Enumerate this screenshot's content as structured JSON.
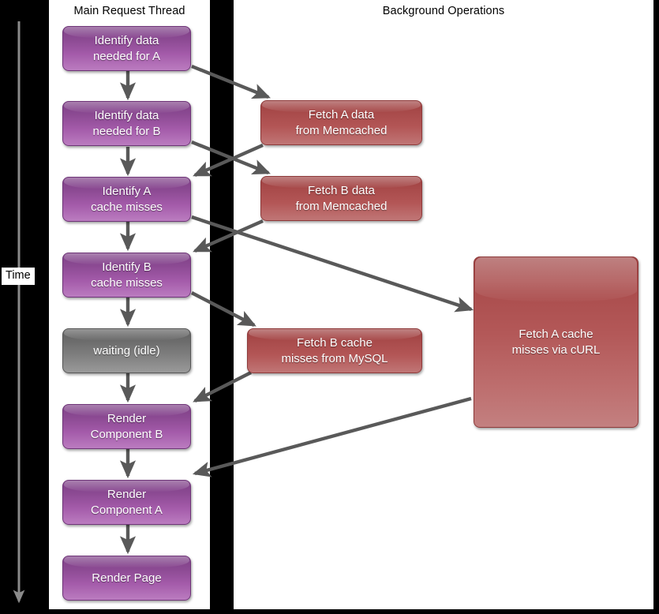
{
  "diagram": {
    "title_main_thread": "Main Request Thread",
    "title_background": "Background Operations",
    "time_axis_label": "Time",
    "colors": {
      "page_background": "#000000",
      "panel_background": "#ffffff",
      "main_thread_node": "#a35aa9",
      "idle_node": "#808080",
      "background_node": "#b35656",
      "connector": "#595959",
      "time_axis": "#808080",
      "text": "#ffffff",
      "title_text": "#000000"
    },
    "lanes": [
      {
        "name": "main-request-thread",
        "label": "Main Request Thread"
      },
      {
        "name": "background-operations",
        "label": "Background Operations"
      }
    ],
    "main_thread_nodes": [
      {
        "id": "identify-data-a",
        "label": "Identify data\nneeded for A",
        "line1": "Identify data",
        "line2": "needed for A",
        "kind": "purple"
      },
      {
        "id": "identify-data-b",
        "label": "Identify data\nneeded for B",
        "line1": "Identify data",
        "line2": "needed for B",
        "kind": "purple"
      },
      {
        "id": "identify-a-misses",
        "label": "Identify A\ncache misses",
        "line1": "Identify A",
        "line2": "cache misses",
        "kind": "purple"
      },
      {
        "id": "identify-b-misses",
        "label": "Identify B\ncache misses",
        "line1": "Identify B",
        "line2": "cache misses",
        "kind": "purple"
      },
      {
        "id": "waiting-idle",
        "label": "waiting (idle)",
        "line1": "waiting (idle)",
        "line2": "",
        "kind": "gray"
      },
      {
        "id": "render-component-b",
        "label": "Render\nComponent B",
        "line1": "Render",
        "line2": "Component B",
        "kind": "purple"
      },
      {
        "id": "render-component-a",
        "label": "Render\nComponent A",
        "line1": "Render",
        "line2": "Component A",
        "kind": "purple"
      },
      {
        "id": "render-page",
        "label": "Render Page",
        "line1": "Render Page",
        "line2": "",
        "kind": "purple"
      }
    ],
    "background_nodes": [
      {
        "id": "fetch-a-memcached",
        "label": "Fetch A data\nfrom Memcached",
        "line1": "Fetch A data",
        "line2": "from Memcached",
        "kind": "red"
      },
      {
        "id": "fetch-b-memcached",
        "label": "Fetch B data\nfrom Memcached",
        "line1": "Fetch B data",
        "line2": "from Memcached",
        "kind": "red"
      },
      {
        "id": "fetch-b-mysql",
        "label": "Fetch B cache\nmisses from MySQL",
        "line1": "Fetch B cache",
        "line2": "misses from MySQL",
        "kind": "red"
      },
      {
        "id": "fetch-a-curl",
        "label": "Fetch A cache\nmisses via cURL",
        "line1": "Fetch A cache",
        "line2": "misses via cURL",
        "kind": "red"
      }
    ],
    "connections": [
      {
        "from": "identify-data-a",
        "to": "fetch-a-memcached",
        "type": "dispatch"
      },
      {
        "from": "identify-data-b",
        "to": "fetch-b-memcached",
        "type": "dispatch"
      },
      {
        "from": "fetch-a-memcached",
        "to": "identify-a-misses",
        "type": "return"
      },
      {
        "from": "fetch-b-memcached",
        "to": "identify-b-misses",
        "type": "return"
      },
      {
        "from": "identify-a-misses",
        "to": "fetch-a-curl",
        "type": "dispatch"
      },
      {
        "from": "identify-b-misses",
        "to": "fetch-b-mysql",
        "type": "dispatch"
      },
      {
        "from": "fetch-b-mysql",
        "to": "render-component-b",
        "type": "return"
      },
      {
        "from": "fetch-a-curl",
        "to": "render-component-a",
        "type": "return"
      },
      {
        "from": "identify-data-a",
        "to": "identify-data-b",
        "type": "sequence"
      },
      {
        "from": "identify-data-b",
        "to": "identify-a-misses",
        "type": "sequence"
      },
      {
        "from": "identify-a-misses",
        "to": "identify-b-misses",
        "type": "sequence"
      },
      {
        "from": "identify-b-misses",
        "to": "waiting-idle",
        "type": "sequence"
      },
      {
        "from": "waiting-idle",
        "to": "render-component-b",
        "type": "sequence"
      },
      {
        "from": "render-component-b",
        "to": "render-component-a",
        "type": "sequence"
      },
      {
        "from": "render-component-a",
        "to": "render-page",
        "type": "sequence"
      }
    ]
  }
}
